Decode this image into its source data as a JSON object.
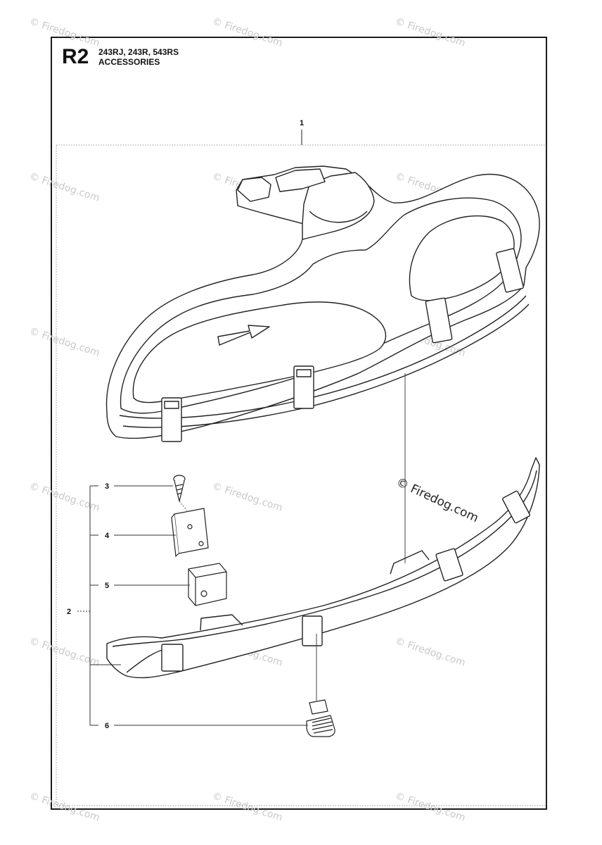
{
  "header": {
    "section_code": "R2",
    "models": "243RJ, 243R, 543RS",
    "title": "ACCESSORIES"
  },
  "callouts": [
    "1",
    "2",
    "3",
    "4",
    "5",
    "6"
  ],
  "watermark": {
    "text": "© Firedog.com",
    "center_text": "© Firedog.com"
  }
}
